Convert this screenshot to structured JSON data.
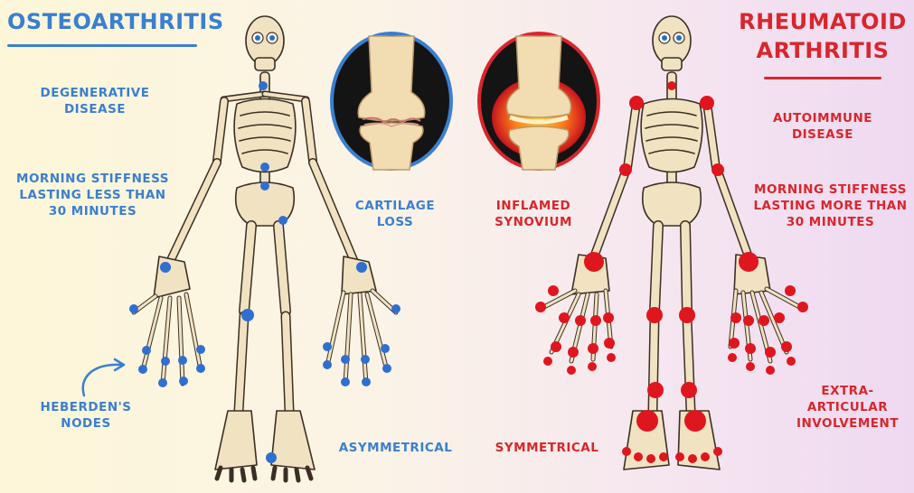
{
  "left": {
    "title": "OSTEOARTHRITIS",
    "fact1_line1": "DEGENERATIVE",
    "fact1_line2": "DISEASE",
    "fact2_line1": "MORNING STIFFNESS",
    "fact2_line2": "LASTING LESS THAN",
    "fact2_line3": "30 MINUTES",
    "node_line1": "HEBERDEN'S",
    "node_line2": "NODES",
    "knee_line1": "CARTILAGE",
    "knee_line2": "LOSS",
    "pattern": "ASYMMETRICAL",
    "accent_color": "#3a7fd0"
  },
  "right": {
    "title_line1": "RHEUMATOID",
    "title_line2": "ARTHRITIS",
    "fact1_line1": "AUTOIMMUNE",
    "fact1_line2": "DISEASE",
    "fact2_line1": "MORNING STIFFNESS",
    "fact2_line2": "LASTING MORE THAN",
    "fact2_line3": "30 MINUTES",
    "knee_line1": "INFLAMED",
    "knee_line2": "SYNOVIUM",
    "pattern": "SYMMETRICAL",
    "extra_line1": "EXTRA-",
    "extra_line2": "ARTICULAR",
    "extra_line3": "INVOLVEMENT",
    "accent_color": "#d9262c"
  }
}
